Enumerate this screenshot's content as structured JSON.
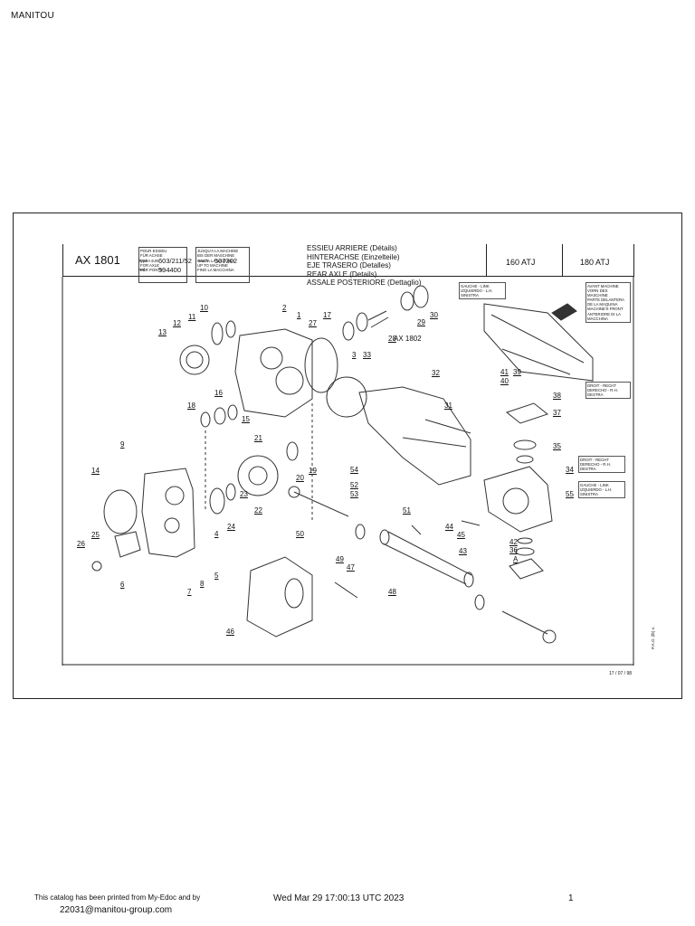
{
  "header": {
    "brand": "MANITOU"
  },
  "sheet": {
    "code": "AX 1801",
    "box_left_lines": [
      "POUR ESSIEU",
      "FÜR ACHSE",
      "PARA EJE",
      "FOR AXLE",
      "PER PONTE"
    ],
    "box_right_lines": [
      "JUSQU'A LA MACHINE",
      "BIS DER MASCHINE",
      "HASTA LA MAQUINA",
      "UP TO MACHINE",
      "FINO LA MACCHINA"
    ],
    "type_code": "603/211/52",
    "type_label": "Type",
    "ref_label": "Ref.",
    "ref_code": "594400",
    "machine_label": "Mach.",
    "machine_no": "507302",
    "titles": [
      "ESSIEU ARRIERE (Détails)",
      "HINTERACHSE (Einzelteile)",
      "EJE TRASERO (Detalles)",
      "REAR AXLE (Details)",
      "ASSALE POSTERIORE (Dettaglio)"
    ],
    "variants": [
      "160 ATJ",
      "180 ATJ"
    ],
    "note_left": [
      "GAUCHE - LINK",
      "IZQUIERDO - L.H.",
      "SINISTRA"
    ],
    "note_right": [
      "AVANT MACHINE",
      "VORN DES MASCHINE",
      "PARTE DELANTERA",
      "DE LA MAQUINA",
      "MACHINE'S FRONT",
      "ANTERIORE DI LA",
      "MACCHINA"
    ],
    "note_mid": [
      "DROIT - RECHT",
      "DERECHO - R.H.",
      "DESTRA"
    ],
    "note_low1": [
      "DROIT - RECHT",
      "DERECHO - R.H.",
      "DESTRA"
    ],
    "note_low2": [
      "GAUCHE - LINK",
      "IZQUIERDO - L.H.",
      "SINISTRA"
    ],
    "cross_ref": "AX 1802",
    "drawing_date": "17 / 07 / 98",
    "drawing_id": "P.A.O. (lb) v.",
    "part_labels": [
      {
        "n": "1"
      },
      {
        "n": "2"
      },
      {
        "n": "3"
      },
      {
        "n": "4"
      },
      {
        "n": "5"
      },
      {
        "n": "6"
      },
      {
        "n": "7"
      },
      {
        "n": "8"
      },
      {
        "n": "9"
      },
      {
        "n": "10"
      },
      {
        "n": "11"
      },
      {
        "n": "12"
      },
      {
        "n": "13"
      },
      {
        "n": "14"
      },
      {
        "n": "15"
      },
      {
        "n": "16"
      },
      {
        "n": "17"
      },
      {
        "n": "18"
      },
      {
        "n": "19"
      },
      {
        "n": "20"
      },
      {
        "n": "21"
      },
      {
        "n": "22"
      },
      {
        "n": "23"
      },
      {
        "n": "24"
      },
      {
        "n": "25"
      },
      {
        "n": "26"
      },
      {
        "n": "27"
      },
      {
        "n": "28"
      },
      {
        "n": "29"
      },
      {
        "n": "30"
      },
      {
        "n": "31"
      },
      {
        "n": "32"
      },
      {
        "n": "33"
      },
      {
        "n": "34"
      },
      {
        "n": "35"
      },
      {
        "n": "36"
      },
      {
        "n": "37"
      },
      {
        "n": "38"
      },
      {
        "n": "39"
      },
      {
        "n": "40"
      },
      {
        "n": "41"
      },
      {
        "n": "42"
      },
      {
        "n": "43"
      },
      {
        "n": "44"
      },
      {
        "n": "45"
      },
      {
        "n": "46"
      },
      {
        "n": "47"
      },
      {
        "n": "48"
      },
      {
        "n": "49"
      },
      {
        "n": "50"
      },
      {
        "n": "51"
      },
      {
        "n": "52"
      },
      {
        "n": "53"
      },
      {
        "n": "54"
      },
      {
        "n": "55"
      },
      {
        "n": "A"
      }
    ]
  },
  "footer": {
    "print_line": "This catalog has been printed from My-Edoc and by",
    "email": "22031@manitou-group.com",
    "date": "Wed Mar 29 17:00:13 UTC 2023",
    "page": "1"
  }
}
